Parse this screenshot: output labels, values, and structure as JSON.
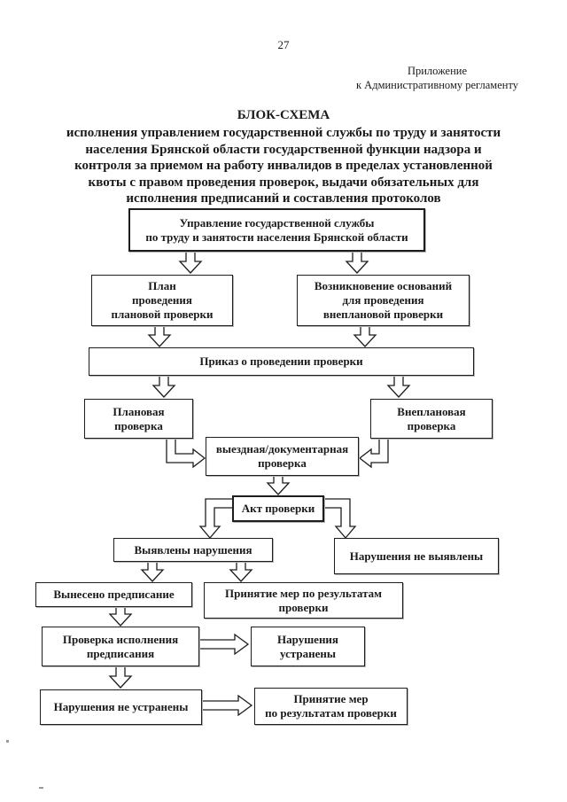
{
  "page": {
    "number": "27",
    "annotation": "Приложение\nк Административному регламенту"
  },
  "title": {
    "heading": "БЛОК-СХЕМА",
    "subtitle": "исполнения управлением государственной службы по труду и занятости\nнаселения Брянской области государственной функции надзора и\nконтроля за приемом на работу инвалидов в пределах установленной\nквоты с правом проведения проверок, выдачи обязательных для\nисполнения предписаний и составления протоколов"
  },
  "flowchart": {
    "nodes": {
      "authority": "Управление государственной службы\nпо труду и занятости населения Брянской области",
      "plan": "План\nпроведения\nплановой проверки",
      "grounds": "Возникновение оснований\nдля проведения\nвнеплановой проверки",
      "order": "Приказ о проведении проверки",
      "planned": "Плановая\nпроверка",
      "unplanned": "Внеплановая\nпроверка",
      "field_documentary": "выездная/документарная\nпроверка",
      "act": "Акт проверки",
      "violations_found": "Выявлены нарушения",
      "no_violations": "Нарушения не выявлены",
      "prescription_issued": "Вынесено предписание",
      "measures_taken": "Принятие мер по результатам\nпроверки",
      "execution_check": "Проверка исполнения\nпредписания",
      "violations_eliminated": "Нарушения\nустранены",
      "violations_not_eliminated": "Нарушения не устранены",
      "measures_taken_2": "Принятие мер\nпо результатам проверки"
    }
  },
  "colors": {
    "ink": "#1b1b1b",
    "paper": "#ffffff"
  }
}
